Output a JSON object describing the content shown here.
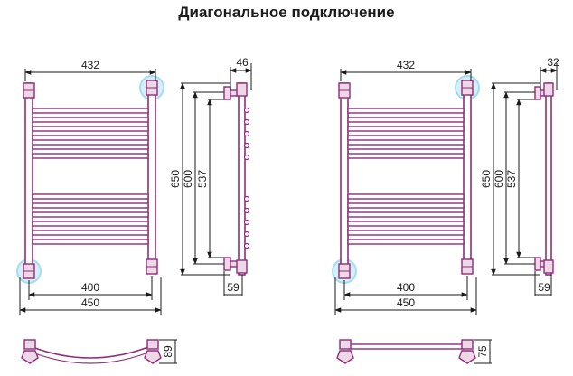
{
  "title": "Диагональное подключение",
  "colors": {
    "pipe": "#8f2e7a",
    "fitting_fill": "#eed8e8",
    "dimension": "#1b1b1b",
    "connection_highlight": "#a6dcf2",
    "connection_fill": "#d6eff9"
  },
  "left": {
    "front": {
      "width_top": "432",
      "center_distance": "400",
      "overall_width": "450"
    },
    "side": {
      "depth": "46",
      "height": "650",
      "height_2": "600",
      "height_3": "537",
      "bracket": "59"
    },
    "bottom": {
      "depth": "89"
    }
  },
  "right": {
    "front": {
      "width_top": "432",
      "center_distance": "400",
      "overall_width": "450"
    },
    "side": {
      "depth": "32",
      "height": "650",
      "height_2": "600",
      "height_3": "537",
      "bracket": "59"
    },
    "bottom": {
      "depth": "75"
    }
  }
}
